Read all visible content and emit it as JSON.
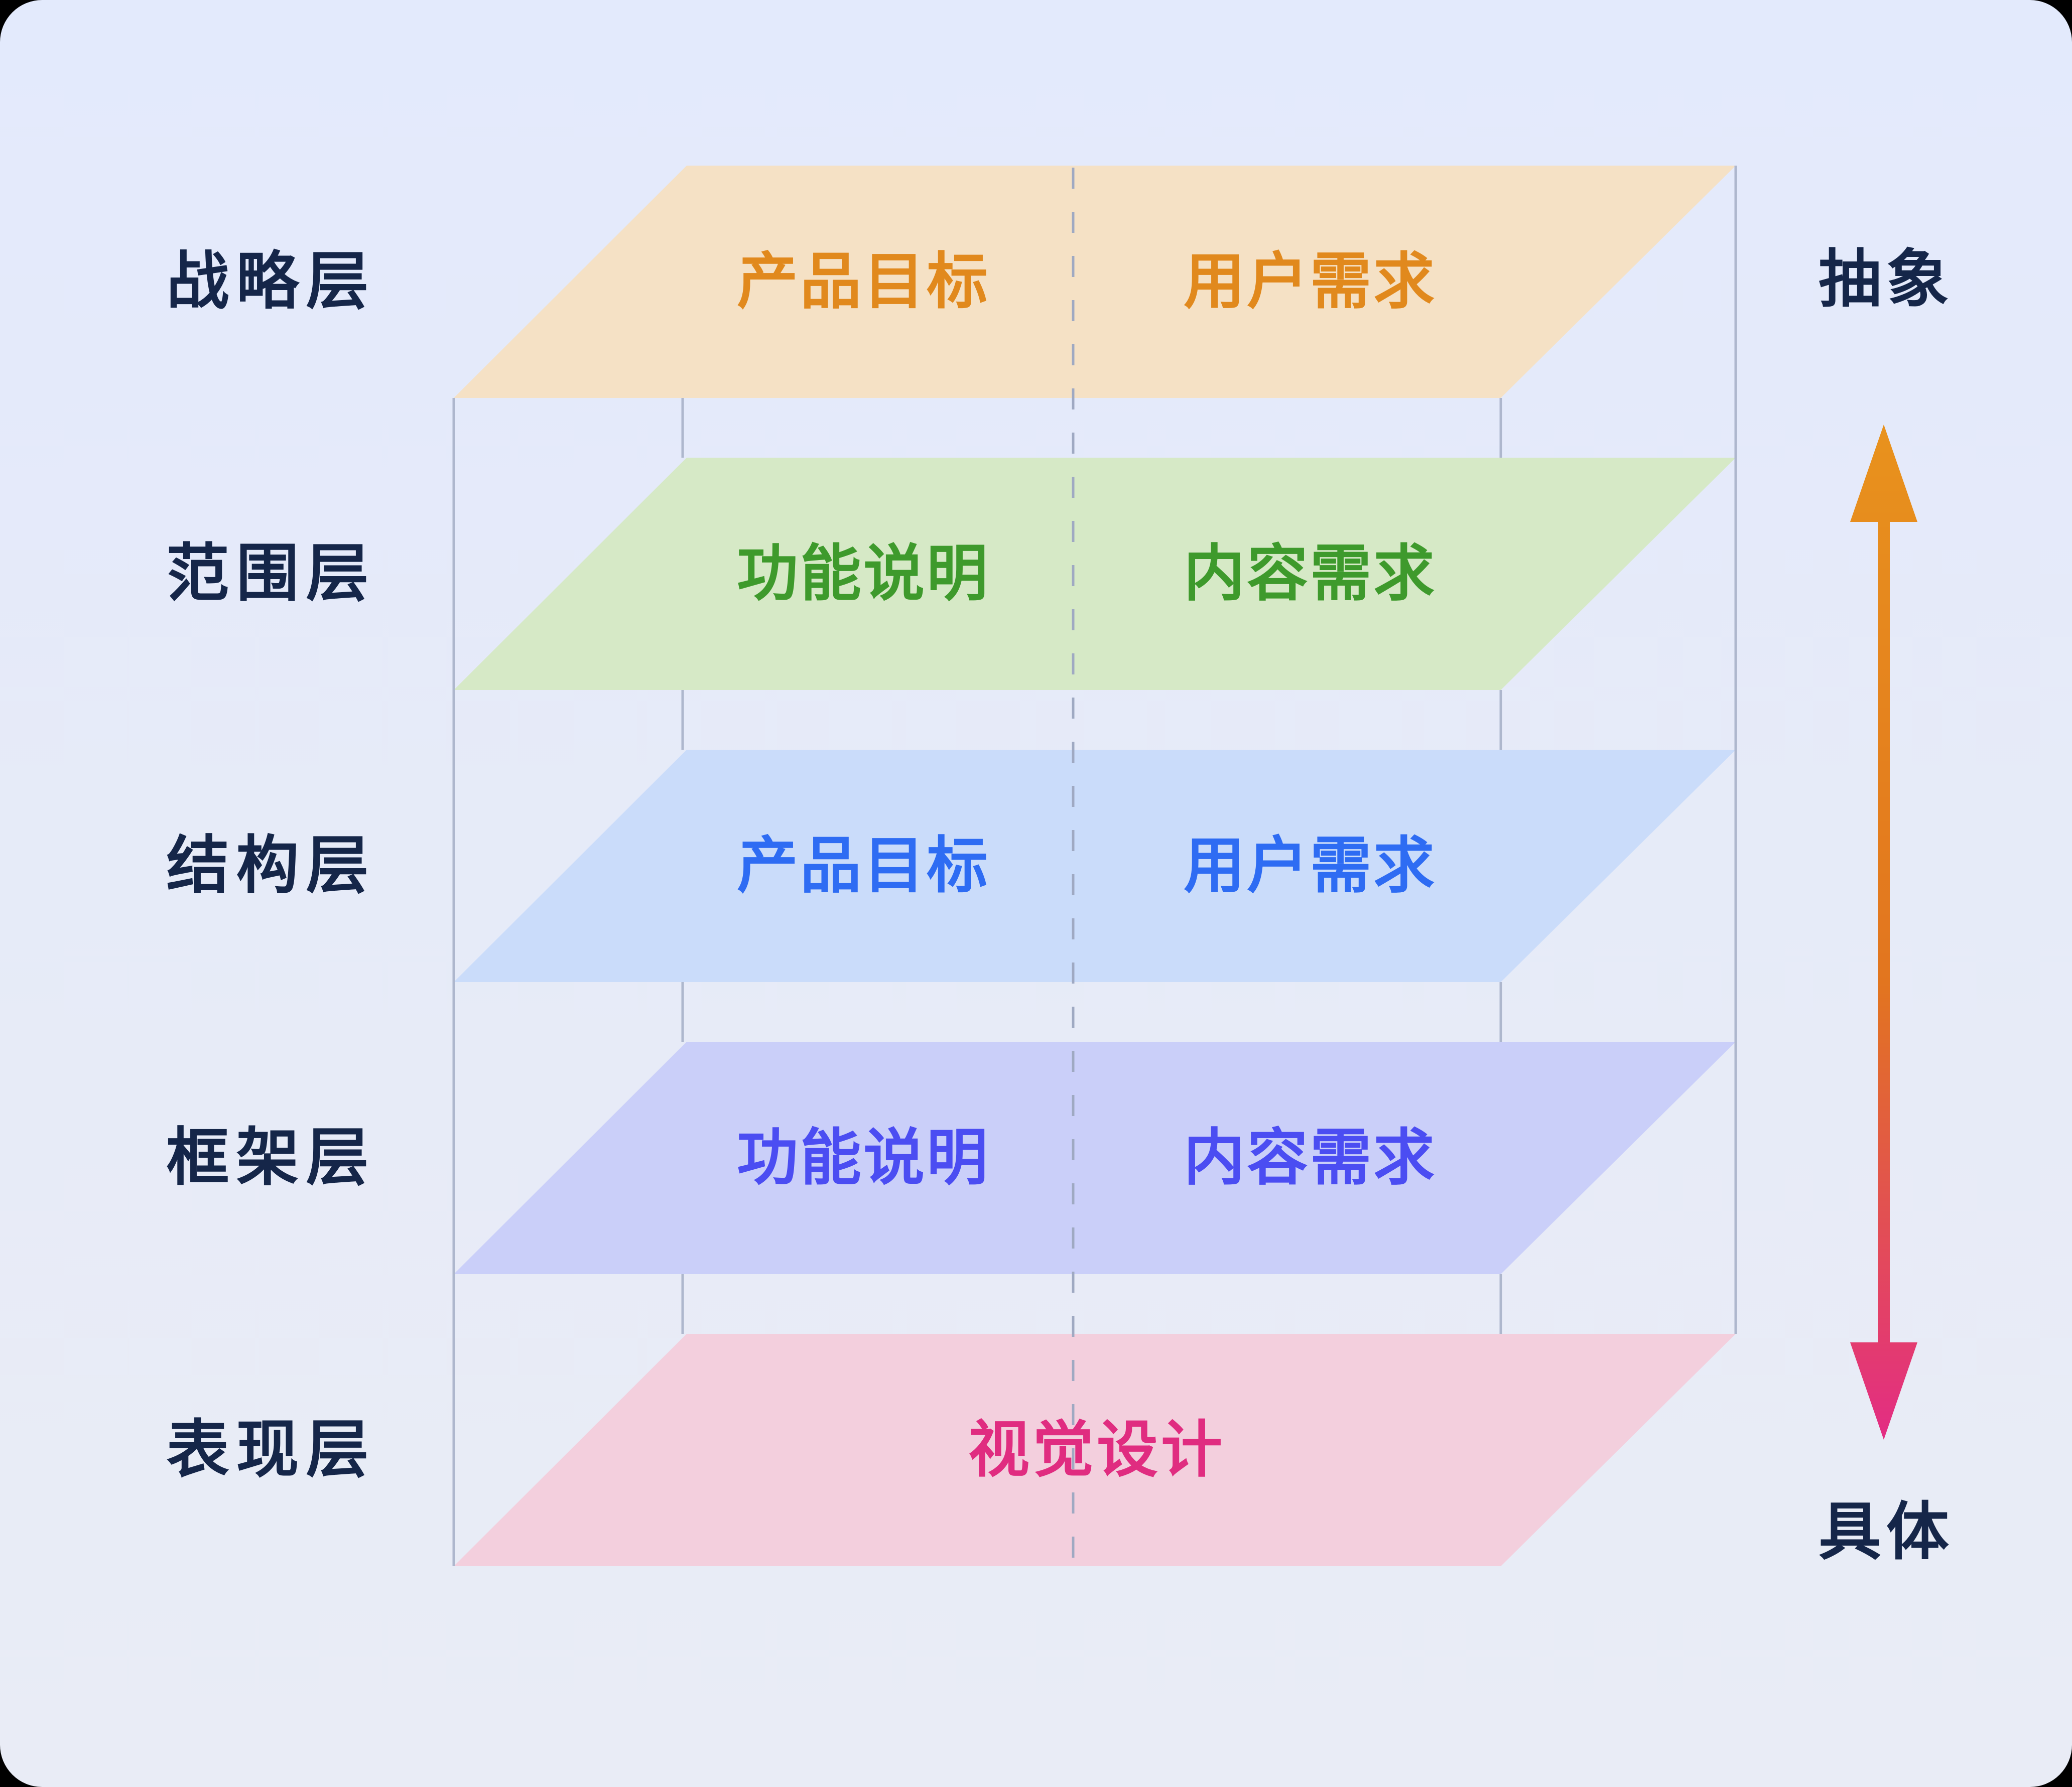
{
  "colors": {
    "background": "#E4EAFC",
    "label_text": "#152649",
    "frame_line": "#AEB7CD",
    "dashed_line": "#9FA9C2"
  },
  "layers": [
    {
      "label": "战略层",
      "cells": [
        "产品目标",
        "用户需求"
      ],
      "plane_color": "#F5E1C5",
      "text_color": "#E1891D"
    },
    {
      "label": "范围层",
      "cells": [
        "功能说明",
        "内容需求"
      ],
      "plane_color": "#D6E9C6",
      "text_color": "#3E9A2C"
    },
    {
      "label": "结构层",
      "cells": [
        "产品目标",
        "用户需求"
      ],
      "plane_color": "#CADCFA",
      "text_color": "#2E6CF3"
    },
    {
      "label": "框架层",
      "cells": [
        "功能说明",
        "内容需求"
      ],
      "plane_color": "#CACFF9",
      "text_color": "#4B4DF2"
    },
    {
      "label": "表现层",
      "cells": [
        "视觉设计"
      ],
      "plane_color": "#F3CFDD",
      "text_color": "#E02C80"
    }
  ],
  "axis": {
    "top_label": "抽象",
    "bottom_label": "具体",
    "arrow_top_color": "#E8921D",
    "arrow_mid_color": "#E2751F",
    "arrow_bottom_color": "#E32C84"
  }
}
